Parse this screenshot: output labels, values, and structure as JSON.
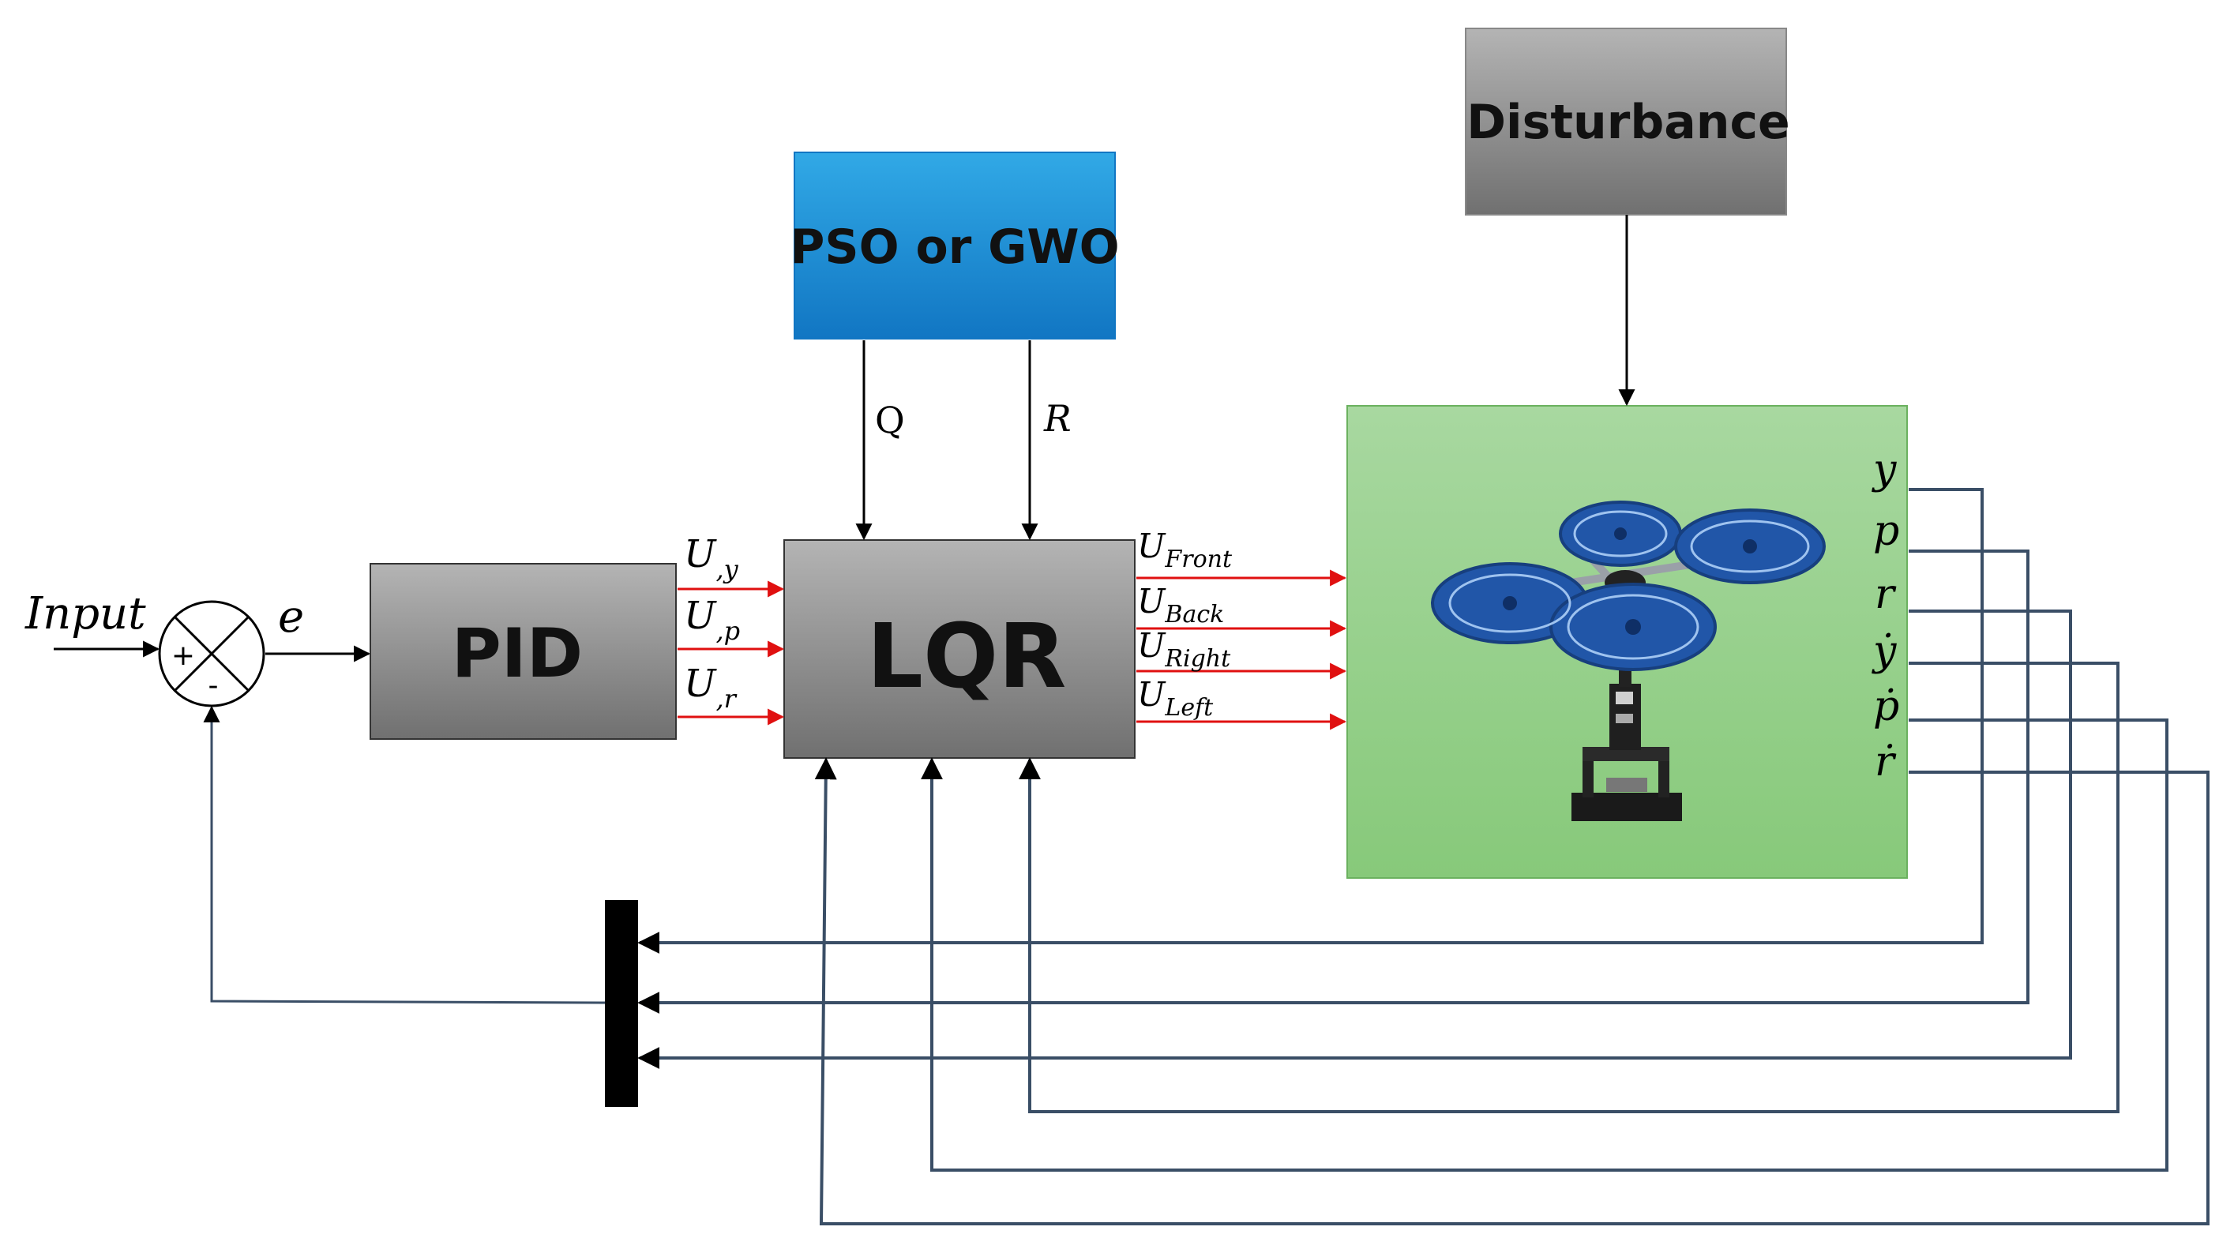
{
  "colors": {
    "gray_block_top": "#b4b4b4",
    "gray_block_bottom": "#707070",
    "blue_block_top": "#31a9e6",
    "blue_block_bottom": "#1176c3",
    "green_block_top": "#a8d8a0",
    "green_block_bottom": "#87c97a",
    "control_arrow": "#e01010",
    "feedback_line": "#3a4e66",
    "signal_line": "#000000",
    "drone_blue": "#2156a8"
  },
  "blocks": {
    "optimizer": "PSO or GWO",
    "disturbance": "Disturbance",
    "pid": "PID",
    "lqr": "LQR"
  },
  "sum_junction": {
    "plus": "+",
    "minus": "-"
  },
  "signals": {
    "input": "Input",
    "error": "e",
    "q": "Q",
    "r_weight": "R",
    "pid_out": [
      {
        "main": "U",
        "sub": ",y"
      },
      {
        "main": "U",
        "sub": ",p"
      },
      {
        "main": "U",
        "sub": ",r"
      }
    ],
    "lqr_out": [
      {
        "main": "U",
        "sub": "Front"
      },
      {
        "main": "U",
        "sub": "Back"
      },
      {
        "main": "U",
        "sub": "Right"
      },
      {
        "main": "U",
        "sub": "Left"
      }
    ],
    "states": [
      "y",
      "p",
      "r",
      "ẏ",
      "ṗ",
      "ṙ"
    ]
  },
  "icons": {
    "plant": "quadcopter-on-stand-icon",
    "mux": "mux-bar-icon"
  }
}
